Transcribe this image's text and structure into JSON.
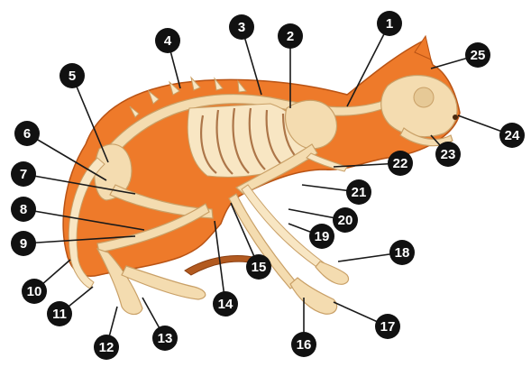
{
  "diagram": {
    "colors": {
      "body": "#ee7a2a",
      "bone": "#f4dcb0",
      "callout_bg": "#111111",
      "callout_text": "#ffffff",
      "leader": "#1a1a1a"
    },
    "labels": [
      "1",
      "2",
      "3",
      "4",
      "5",
      "6",
      "7",
      "8",
      "9",
      "10",
      "11",
      "12",
      "13",
      "14",
      "15",
      "16",
      "17",
      "18",
      "19",
      "20",
      "21",
      "22",
      "23",
      "24",
      "25"
    ]
  }
}
